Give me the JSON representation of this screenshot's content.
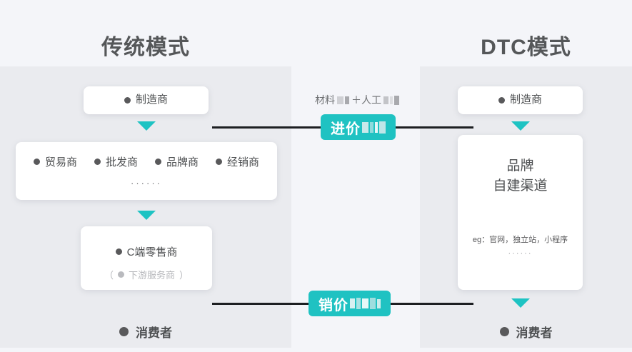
{
  "page": {
    "background": "#f4f5f9",
    "accent_color": "#1fc2c2",
    "panel_color": "#eaebef",
    "text_color": "#4e5052",
    "line_color": "#1d1f22"
  },
  "columns": {
    "left": {
      "title": "传统模式",
      "manufacturer": "制造商",
      "distributors": [
        "贸易商",
        "批发商",
        "品牌商",
        "经销商"
      ],
      "distributors_ellipsis": "······",
      "retailer": "C端零售商",
      "retailer_sub_prefix": "（",
      "retailer_sub": "下游服务商",
      "retailer_sub_suffix": "）",
      "consumer": "消费者"
    },
    "right": {
      "title": "DTC模式",
      "manufacturer": "制造商",
      "brand_line_1": "品牌",
      "brand_line_2": "自建渠道",
      "brand_eg": "eg：官网，独立站，小程序",
      "brand_eg_ellipsis": "······",
      "consumer": "消费者"
    }
  },
  "middle": {
    "cost_caption_part_1": "材料",
    "cost_caption_plus": "＋人工",
    "purchase_badge": "进价",
    "sale_badge": "销价"
  },
  "icons": {
    "arrow_down": "arrow-down-icon",
    "bullet": "bullet-dot-icon",
    "mosaic": "mosaic-censored-icon"
  }
}
